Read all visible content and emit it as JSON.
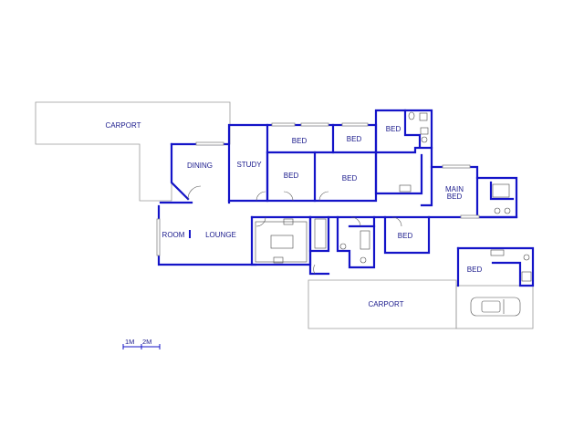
{
  "rooms": {
    "carport_top": "CARPORT",
    "dining": "DINING",
    "study": "STUDY",
    "bed_1": "BED",
    "bed_2": "BED",
    "bed_3": "BED",
    "bed_4": "BED",
    "bed_5": "BED",
    "bed_6": "BED",
    "bed_7": "BED",
    "main_bed_line1": "MAIN",
    "main_bed_line2": "BED",
    "room": "ROOM",
    "lounge": "LOUNGE",
    "carport_bottom": "CARPORT"
  },
  "scale": {
    "label_1m": "1M",
    "label_2m": "2M"
  },
  "colors": {
    "wall": "#1414c8",
    "label": "#1a1a8c",
    "outline": "#9a9a9a"
  }
}
